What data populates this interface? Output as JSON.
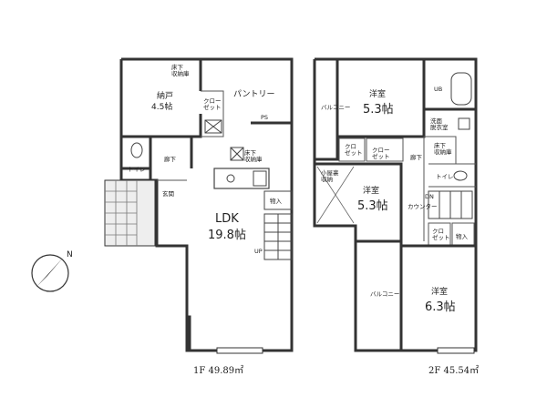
{
  "floor1": {
    "closet_under_floor_storage": "床下\n収納庫",
    "storage_room": {
      "name": "納戸",
      "size": "4.5帖"
    },
    "closet": "クロー\nゼット",
    "pantry": "パントリー",
    "ps": "PS",
    "under_floor_storage": "床下\n収納庫",
    "toilet": "トイレ",
    "hallway": "廊下",
    "entrance": "玄関",
    "storage_in": "物入",
    "ldk": {
      "name": "LDK",
      "size": "19.8帖"
    },
    "up": "UP",
    "area": "1F 49.89㎡"
  },
  "floor2": {
    "western_room_a": {
      "name": "洋室",
      "size": "5.3帖"
    },
    "balcony_a": "バルコニー",
    "ub": "UB",
    "washroom": "洗面\n脱衣室",
    "under_floor_storage": "床下\n収納庫",
    "closet_small_a": "クロ\nゼット",
    "closet_b": "クロー\nゼット",
    "hallway": "廊下",
    "toilet": "トイレ",
    "attic_storage": "小屋裏\n収納",
    "western_room_b": {
      "name": "洋室",
      "size": "5.3帖"
    },
    "dn": "DN",
    "counter": "カウンター",
    "closet_small_c": "クロ\nゼット",
    "storage_in": "物入",
    "western_room_c": {
      "name": "洋室",
      "size": "6.3帖"
    },
    "balcony_b": "バルコニー",
    "area": "2F 45.54㎡"
  },
  "north_label": "N"
}
